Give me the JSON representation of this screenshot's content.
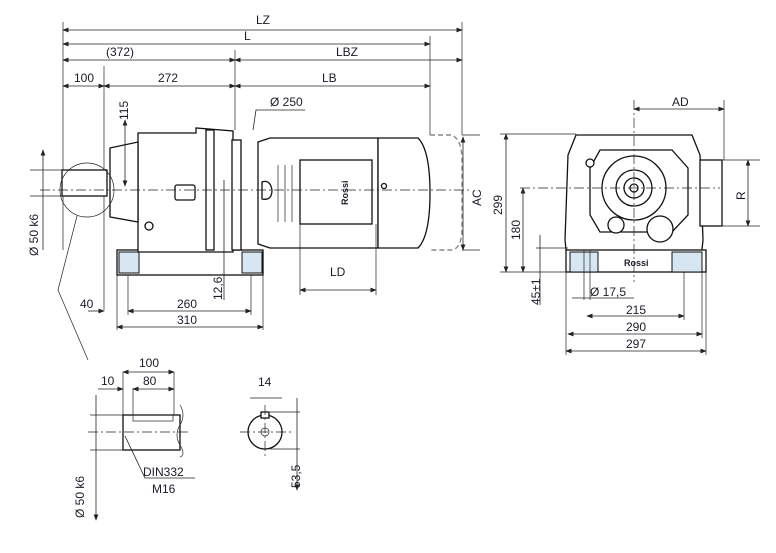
{
  "top_dimensions": {
    "lz": "LZ",
    "l": "L",
    "overall_372": "(372)",
    "lbz": "LBZ",
    "d100": "100",
    "d272": "272",
    "lb": "LB"
  },
  "side_view": {
    "flange_dia": "Ø 250",
    "d115": "115",
    "ac": "AC",
    "ld": "LD",
    "d12_6": "12,6",
    "d40": "40",
    "d260": "260",
    "d310": "310",
    "shaft_dia": "Ø 50 k6",
    "logo": "Rossi"
  },
  "end_view": {
    "ad": "AD",
    "d299": "299",
    "d180": "180",
    "d45": "45±1",
    "r": "R",
    "hole_dia": "Ø 17,5",
    "d215": "215",
    "d290": "290",
    "d297": "297",
    "logo": "Rossi"
  },
  "shaft_detail": {
    "d100": "100",
    "d10": "10",
    "d80": "80",
    "din": "DIN332",
    "m16": "M16",
    "shaft_dia": "Ø 50 k6",
    "d14": "14",
    "d53_5": "53,5"
  }
}
